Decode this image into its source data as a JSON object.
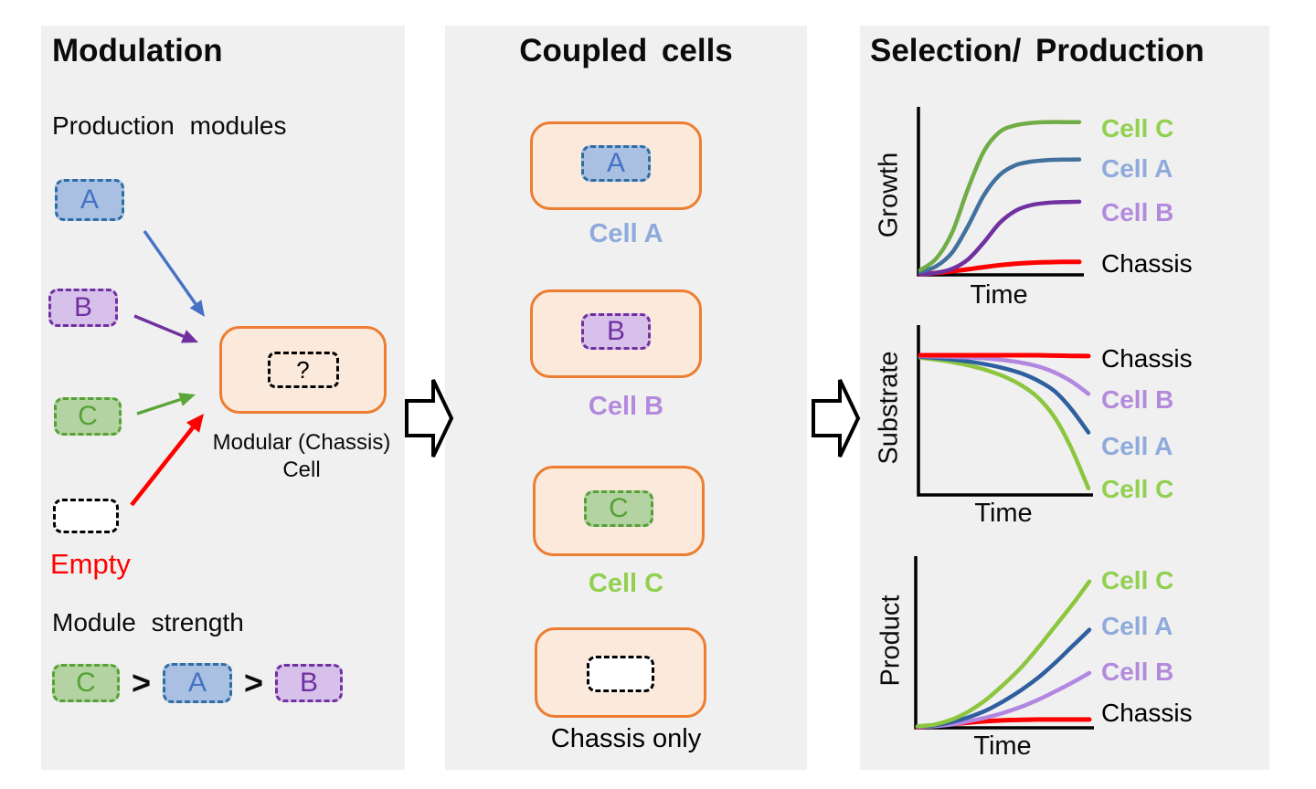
{
  "figure": {
    "background": "#ffffff",
    "panel_background": "#f0f0f0"
  },
  "modules": {
    "A": {
      "label": "A",
      "fill": "#a9c0e2",
      "border": "#2e6da4",
      "text": "#4472c4"
    },
    "B": {
      "label": "B",
      "fill": "#d7c1ea",
      "border": "#7030a0",
      "text": "#7030a0"
    },
    "C": {
      "label": "C",
      "fill": "#b4d3a3",
      "border": "#55a135",
      "text": "#55a135"
    },
    "empty": {
      "label": "",
      "fill": "#ffffff",
      "border": "#000000",
      "text": "#000000"
    }
  },
  "modulation": {
    "title": "Modulation",
    "subtitle": "Production modules",
    "empty_label": "Empty",
    "empty_color": "#ff0000",
    "chassis_cell": {
      "question": "?",
      "caption_line1": "Modular (Chassis)",
      "caption_line2": "Cell",
      "fill": "#fbe9dc",
      "border": "#ed7d31"
    },
    "strength": {
      "heading": "Module strength",
      "order": [
        "C",
        "A",
        "B"
      ],
      "separator": ">"
    },
    "arrows": [
      {
        "from": "A",
        "color": "#4472c4"
      },
      {
        "from": "B",
        "color": "#7030a0"
      },
      {
        "from": "C",
        "color": "#5ba539"
      },
      {
        "from": "empty",
        "color": "#ff0000"
      }
    ]
  },
  "coupled": {
    "title": "Coupled cells",
    "cells": [
      {
        "module": "A",
        "label": "Cell A",
        "label_color": "#8faadc"
      },
      {
        "module": "B",
        "label": "Cell B",
        "label_color": "#b48ade"
      },
      {
        "module": "C",
        "label": "Cell C",
        "label_color": "#92d050"
      },
      {
        "module": "empty",
        "label": "Chassis only",
        "label_color": "#000000"
      }
    ]
  },
  "selection": {
    "title": "Selection/ Production"
  },
  "chart_data": [
    {
      "type": "line",
      "title": "",
      "ylabel": "Growth",
      "xlabel": "Time",
      "axis_ticks": "none (qualitative sketch)",
      "legend_position": "right",
      "x": [
        0,
        0.1,
        0.2,
        0.3,
        0.4,
        0.5,
        0.6,
        0.7,
        0.8,
        0.9,
        1
      ],
      "series": [
        {
          "name": "Cell C",
          "color": "#70ad47",
          "label_color": "#92d050",
          "values": [
            0.03,
            0.1,
            0.26,
            0.53,
            0.76,
            0.88,
            0.92,
            0.935,
            0.94,
            0.94,
            0.94
          ]
        },
        {
          "name": "Cell A",
          "color": "#41719c",
          "label_color": "#8faadc",
          "values": [
            0.018,
            0.053,
            0.137,
            0.3,
            0.49,
            0.615,
            0.675,
            0.697,
            0.706,
            0.709,
            0.71
          ]
        },
        {
          "name": "Cell B",
          "color": "#7030a0",
          "label_color": "#b48ade",
          "values": [
            0.004,
            0.013,
            0.037,
            0.095,
            0.2,
            0.32,
            0.395,
            0.43,
            0.443,
            0.448,
            0.45
          ]
        },
        {
          "name": "Chassis",
          "color": "#ff0000",
          "label_color": "#000000",
          "values": [
            0.005,
            0.012,
            0.022,
            0.034,
            0.048,
            0.06,
            0.069,
            0.075,
            0.078,
            0.08,
            0.08
          ]
        }
      ]
    },
    {
      "type": "line",
      "title": "",
      "ylabel": "Substrate",
      "xlabel": "Time",
      "axis_ticks": "none (qualitative sketch)",
      "legend_position": "right",
      "x": [
        0,
        0.1,
        0.2,
        0.3,
        0.4,
        0.5,
        0.6,
        0.7,
        0.8,
        0.9,
        1
      ],
      "series": [
        {
          "name": "Chassis",
          "color": "#ff0000",
          "label_color": "#000000",
          "values": [
            0.85,
            0.85,
            0.85,
            0.85,
            0.85,
            0.85,
            0.85,
            0.85,
            0.848,
            0.846,
            0.845
          ]
        },
        {
          "name": "Cell B",
          "color": "#b287df",
          "label_color": "#b48ade",
          "values": [
            0.845,
            0.843,
            0.84,
            0.836,
            0.83,
            0.82,
            0.805,
            0.782,
            0.745,
            0.69,
            0.615
          ]
        },
        {
          "name": "Cell A",
          "color": "#2e5f9e",
          "label_color": "#8faadc",
          "values": [
            0.84,
            0.833,
            0.823,
            0.81,
            0.793,
            0.77,
            0.74,
            0.695,
            0.63,
            0.52,
            0.38
          ]
        },
        {
          "name": "Cell C",
          "color": "#8cc63f",
          "label_color": "#92d050",
          "values": [
            0.835,
            0.822,
            0.806,
            0.785,
            0.757,
            0.72,
            0.668,
            0.593,
            0.47,
            0.28,
            0.04
          ]
        }
      ]
    },
    {
      "type": "line",
      "title": "",
      "ylabel": "Product",
      "xlabel": "Time",
      "axis_ticks": "none (qualitative sketch)",
      "legend_position": "right",
      "x": [
        0,
        0.1,
        0.2,
        0.3,
        0.4,
        0.5,
        0.6,
        0.7,
        0.8,
        0.9,
        1
      ],
      "series": [
        {
          "name": "Cell C",
          "color": "#8cc63f",
          "label_color": "#92d050",
          "values": [
            0.01,
            0.02,
            0.05,
            0.1,
            0.17,
            0.26,
            0.36,
            0.48,
            0.61,
            0.74,
            0.88
          ]
        },
        {
          "name": "Cell A",
          "color": "#2e5f9e",
          "label_color": "#8faadc",
          "values": [
            0.008,
            0.015,
            0.035,
            0.065,
            0.105,
            0.16,
            0.225,
            0.3,
            0.39,
            0.49,
            0.59
          ]
        },
        {
          "name": "Cell B",
          "color": "#b287df",
          "label_color": "#b48ade",
          "values": [
            0.005,
            0.01,
            0.02,
            0.04,
            0.062,
            0.09,
            0.125,
            0.168,
            0.218,
            0.272,
            0.33
          ]
        },
        {
          "name": "Chassis",
          "color": "#ff0000",
          "label_color": "#000000",
          "values": [
            0.003,
            0.012,
            0.022,
            0.032,
            0.04,
            0.045,
            0.048,
            0.05,
            0.05,
            0.05,
            0.05
          ]
        }
      ]
    }
  ]
}
